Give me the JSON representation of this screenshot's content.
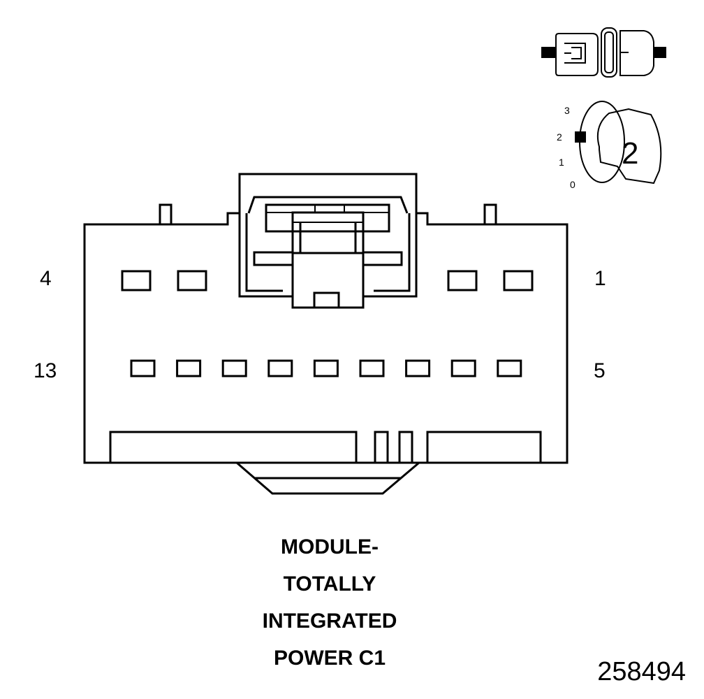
{
  "pin_labels": {
    "top_left": "4",
    "top_right": "1",
    "bottom_left": "13",
    "bottom_right": "5"
  },
  "key_inset": {
    "position_labels": [
      "3",
      "2",
      "1",
      "0"
    ],
    "key_number": "2"
  },
  "caption": {
    "lines": [
      "MODULE-",
      "TOTALLY",
      "INTEGRATED",
      "POWER C1"
    ]
  },
  "figure_id": "258494",
  "pin_rows": {
    "top_row_count": 4,
    "bottom_row_count": 9
  }
}
